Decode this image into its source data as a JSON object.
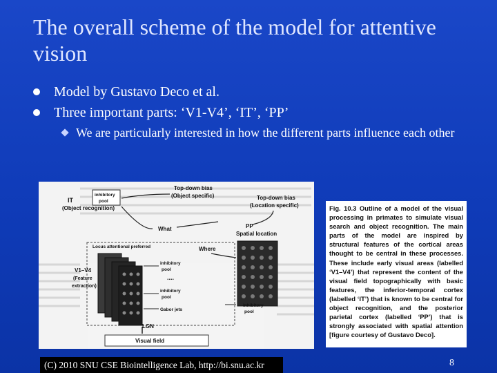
{
  "slide": {
    "title": "The overall scheme of the model for attentive vision",
    "bullets": [
      "Model by Gustavo Deco et al.",
      "Three important parts: ‘V1-V4’, ‘IT’, ‘PP’"
    ],
    "sub_bullets": [
      "We are particularly interested in how the different parts influence each other"
    ]
  },
  "figure": {
    "labels": {
      "top_down_bias_object": "Top-down bias",
      "object_specific": "(Object specific)",
      "top_down_bias_location": "Top-down bias",
      "location_specific": "(Location specific)",
      "inhibitory_pool_it": "inhibitory",
      "pool_it": "pool",
      "it": "IT",
      "object_recognition": "(Object recognition)",
      "what": "What",
      "pp": "PP",
      "spatial_location": "Spatial location",
      "locus": "Locus attentional preferred",
      "where": "Where",
      "v1v4": "V1–V4",
      "feature": "(Feature",
      "extraction": "extraction)",
      "inhibitory_pool_1": "inhibitory",
      "pool_1": "pool",
      "dots": "....",
      "inhibitory_pool_2": "inhibitory",
      "pool_2": "pool",
      "gabor_jets": "Gabor jets",
      "inhibitory_pool_pp": "inhibitory",
      "pool_pp": "pool",
      "lgn": "LGN",
      "visual_field": "Visual field"
    }
  },
  "caption": {
    "text": "Fig. 10.3 Outline of a model of the visual processing in primates to simulate visual search and object recognition. The main parts of the model are inspired by structural features of the cortical areas thought to be central in these processes. These include early visual areas (labelled ‘V1–V4’) that represent the content of the visual field topographically with basic features, the inferior-temporal cortex (labelled ‘IT’) that is known to be central for object recognition, and the posterior parietal cortex (labelled ‘PP’) that is strongly associated with spatial attention [figure courtesy of Gustavo Deco]."
  },
  "footer": {
    "text": "(C) 2010 SNU CSE Biointelligence Lab,   http://bi.snu.ac.kr",
    "page": "8"
  }
}
